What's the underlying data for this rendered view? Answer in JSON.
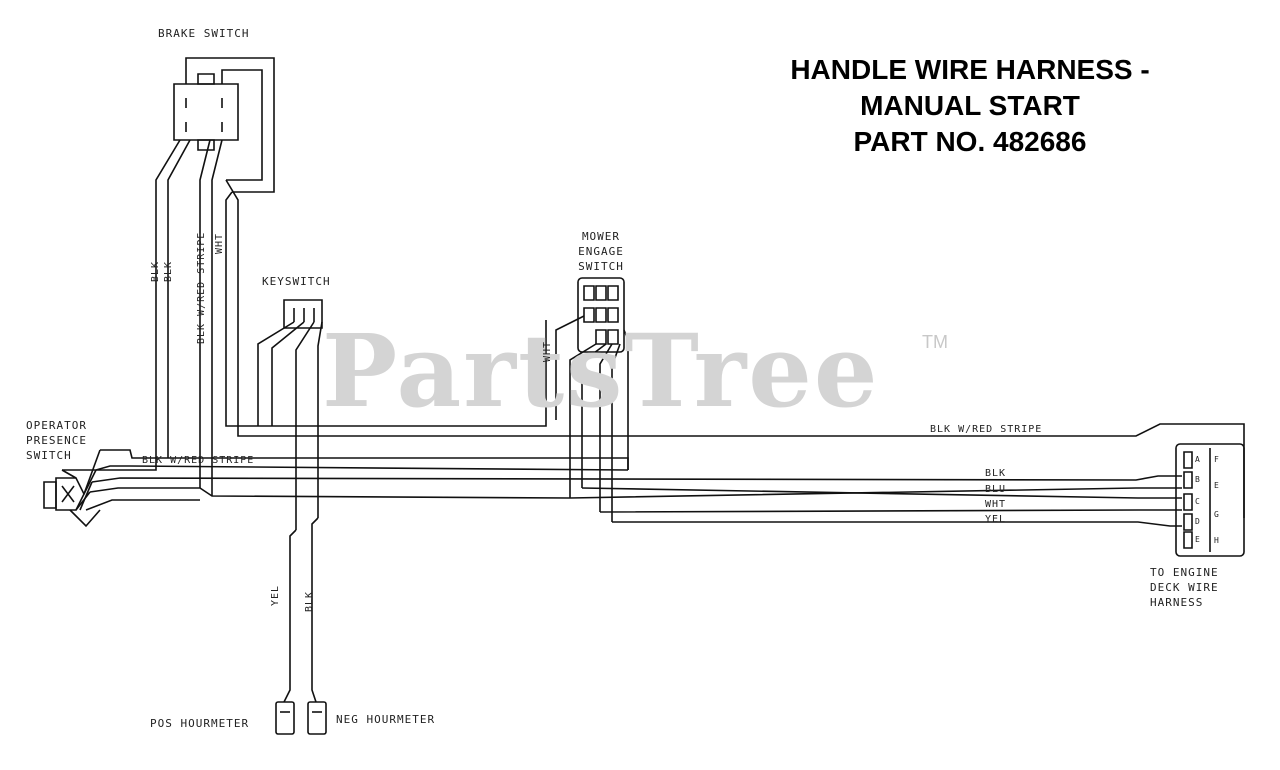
{
  "title": {
    "line1": "HANDLE WIRE HARNESS -",
    "line2": "MANUAL START",
    "line3": "PART NO. 482686"
  },
  "watermark": {
    "text": "PartsTree",
    "tm": "TM"
  },
  "components": {
    "brake_switch": "BRAKE SWITCH",
    "keyswitch": "KEYSWITCH",
    "mower_engage_switch": [
      "MOWER",
      "ENGAGE",
      "SWITCH"
    ],
    "operator_presence_switch": [
      "OPERATOR",
      "PRESENCE",
      "SWITCH"
    ],
    "engine_deck_harness": [
      "TO ENGINE",
      "DECK WIRE",
      "HARNESS"
    ],
    "pos_hourmeter": "POS HOURMETER",
    "neg_hourmeter": "NEG HOURMETER"
  },
  "wire_labels": {
    "blk_a": "BLK",
    "blk_b": "BLK",
    "blk_red_vertical": "BLK W/RED STRIPE",
    "wht_vertical": "WHT",
    "wht_mower": "WHT",
    "blk_red_top": "BLK W/RED STRIPE",
    "blk_red_left": "BLK W/RED STRIPE",
    "blk_right": "BLK",
    "blu_right": "BLU",
    "wht_right": "WHT",
    "yel_right": "YEL",
    "yel_hour": "YEL",
    "blk_hour": "BLK"
  },
  "connector_pins": {
    "left": [
      "A",
      "B",
      "C",
      "D",
      "E"
    ],
    "right": [
      "F",
      "E",
      "G",
      "H"
    ]
  }
}
